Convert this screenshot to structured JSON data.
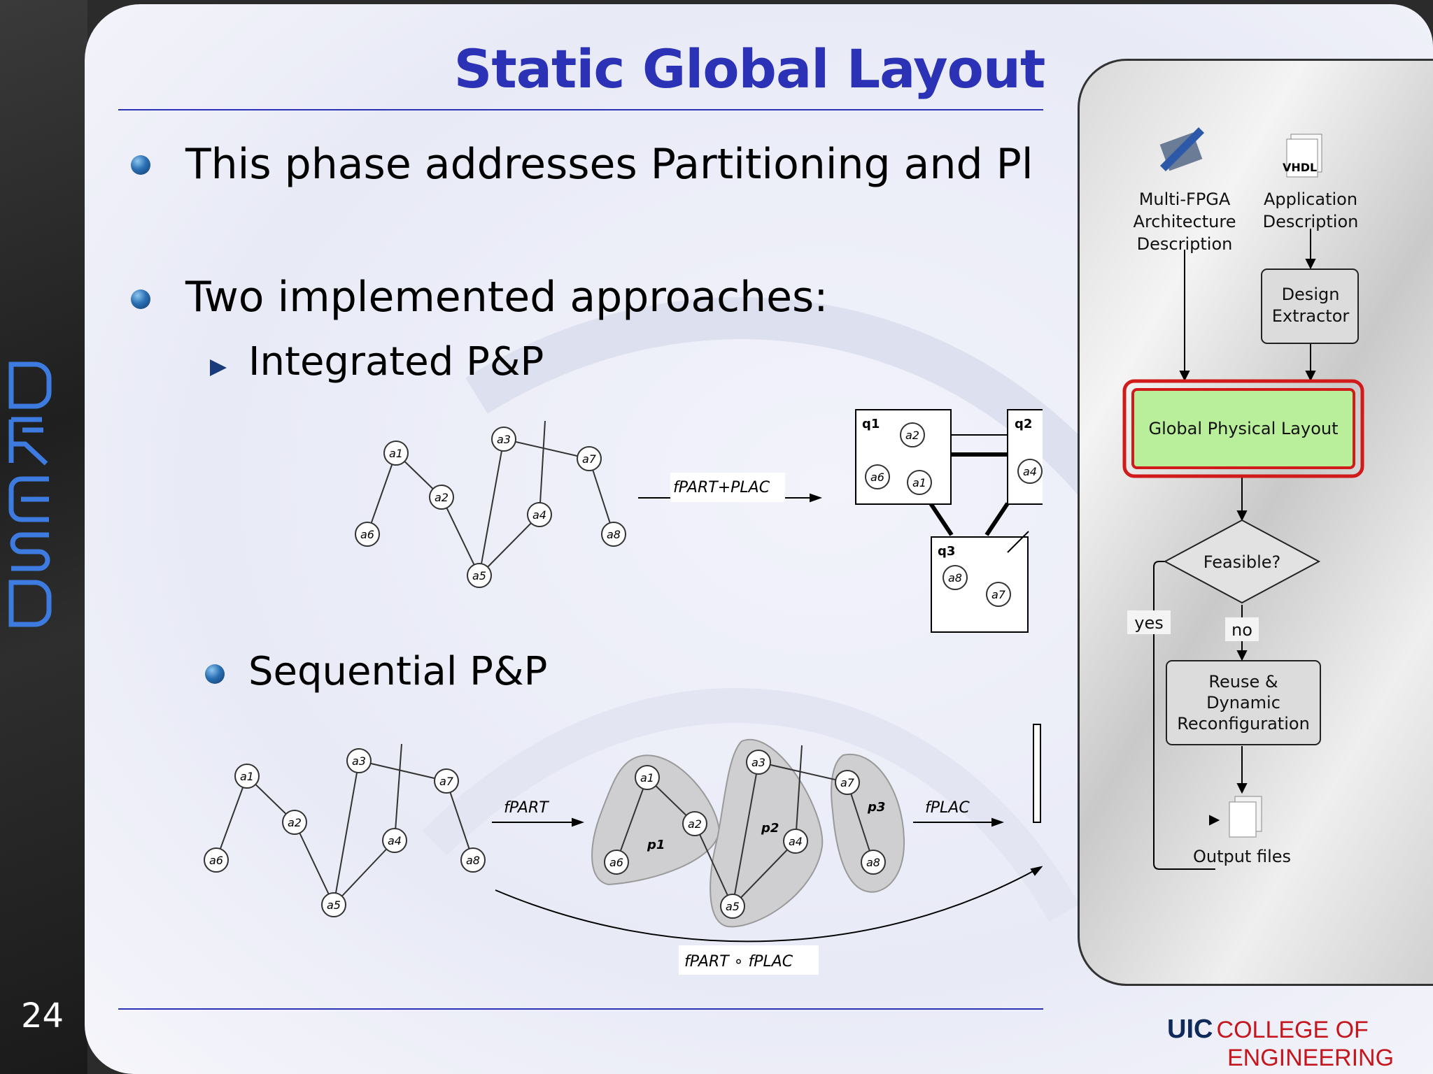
{
  "slide": {
    "number": "24",
    "title": "Static Global Layout",
    "bullet1": "This phase addresses Partitioning and Pl",
    "bullet2": "Two implemented approaches:",
    "sub1": "Integrated P&P",
    "sub2": "Sequential P&P"
  },
  "graph": {
    "nodes": [
      "a1",
      "a2",
      "a3",
      "a4",
      "a5",
      "a6",
      "a7",
      "a8"
    ],
    "integrated_arrow_label": "fPART+PLAC",
    "quadrants": [
      "q1",
      "q2",
      "q3"
    ],
    "partitions": [
      "p1",
      "p2",
      "p3"
    ],
    "seq_arrow1_label": "fPART",
    "seq_arrow2_label": "fPLAC",
    "composed_label": "fPART ∘ fPLAC"
  },
  "flow": {
    "input1": [
      "Multi-FPGA",
      "Architecture",
      "Description"
    ],
    "input2": [
      "Application",
      "Description"
    ],
    "vhdl_tag": "VHDL",
    "extractor": [
      "Design",
      "Extractor"
    ],
    "layout": "Global Physical Layout",
    "decision": "Feasible?",
    "yes": "yes",
    "no": "no",
    "reuse": [
      "Reuse &",
      "Dynamic",
      "Reconfiguration"
    ],
    "output": "Output files"
  },
  "logo": {
    "uic": "UIC",
    "college_line1": "COLLEGE OF",
    "college_line2": "ENGINEERING"
  },
  "colors": {
    "title": "#2c32b6",
    "layout_fill": "#b9ef9a",
    "layout_border": "#d11a1a",
    "logo_blue": "#0f2a5a",
    "logo_red": "#c4161c"
  }
}
